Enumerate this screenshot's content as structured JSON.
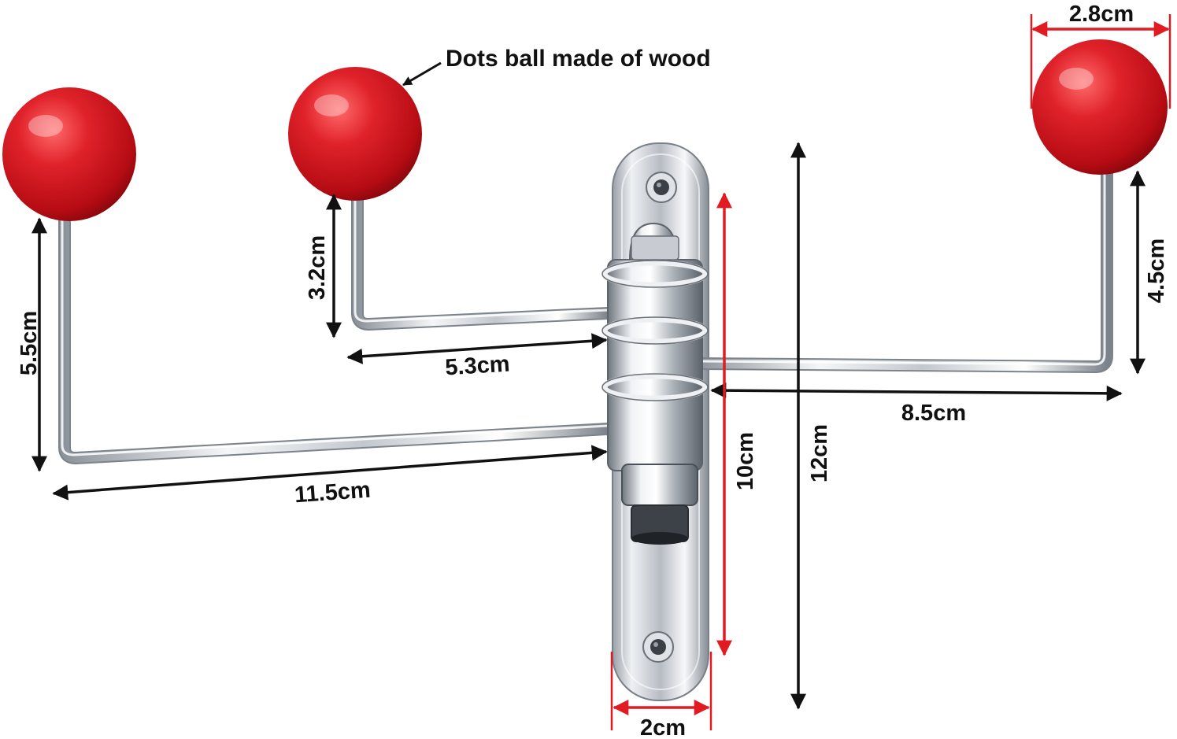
{
  "annotation": {
    "ball_note": "Dots ball made of wood"
  },
  "dimensions": {
    "ball_diameter": "2.8cm",
    "left_hook_height": "5.5cm",
    "middle_hook_height": "3.2cm",
    "right_hook_height": "4.5cm",
    "middle_arm_length": "5.3cm",
    "left_arm_length": "11.5cm",
    "right_arm_length": "8.5cm",
    "swivel_height": "10cm",
    "plate_height": "12cm",
    "plate_width": "2cm"
  },
  "colors": {
    "ball": "#d4141c",
    "chrome": "#c8ccd2",
    "dimension_black": "#111111",
    "dimension_red": "#e01b22",
    "background": "#ffffff"
  }
}
